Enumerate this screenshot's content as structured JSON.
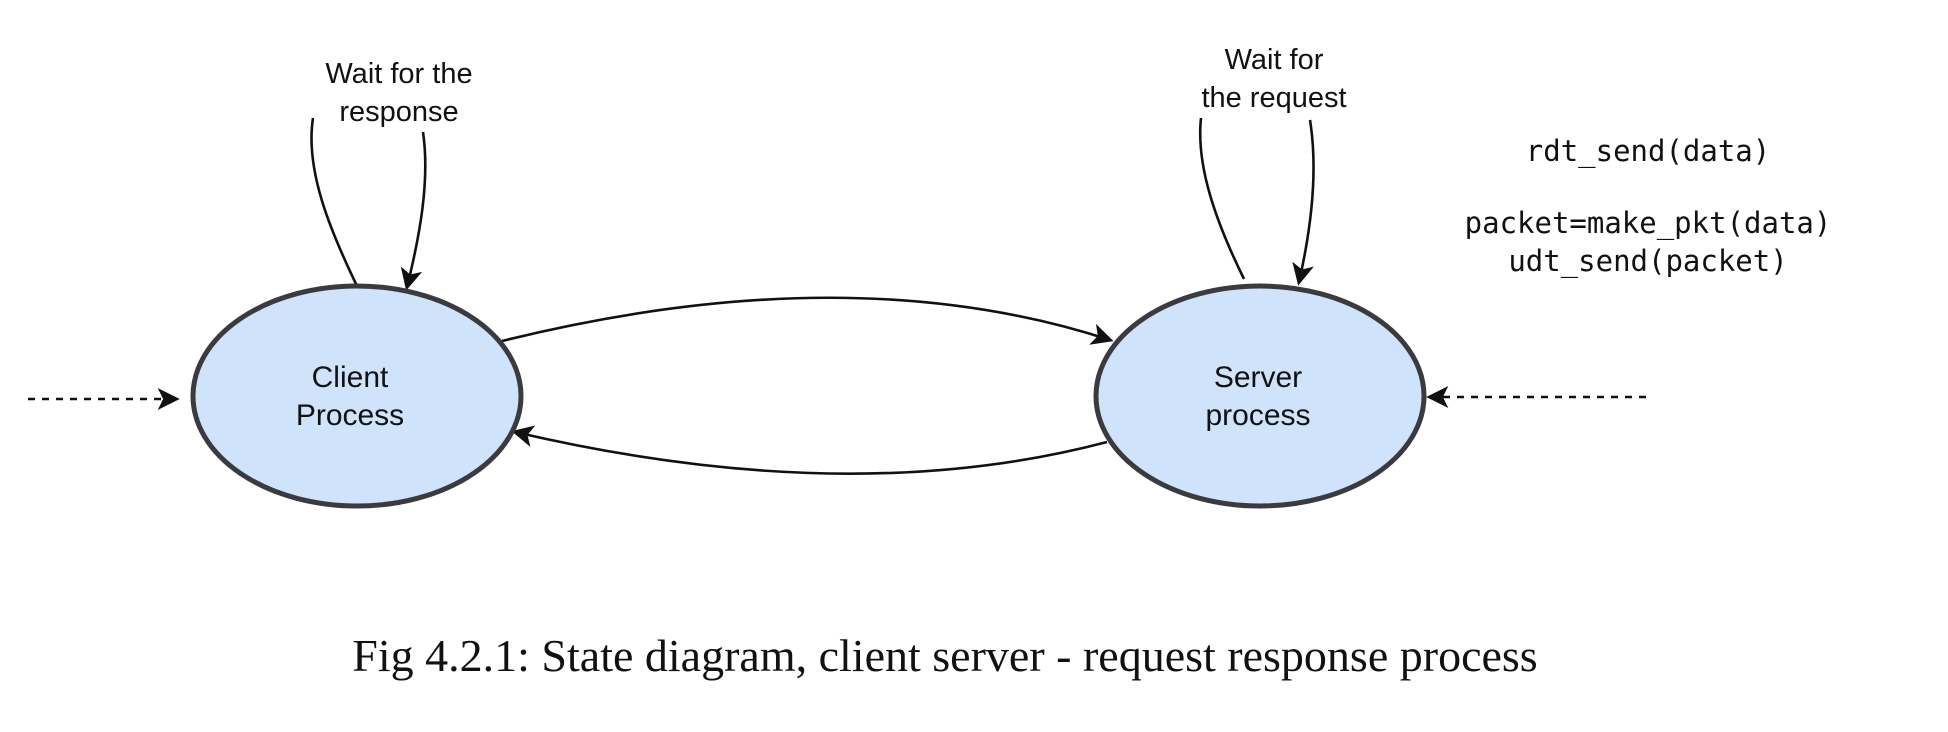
{
  "diagram": {
    "states": {
      "client": {
        "line1": "Client",
        "line2": "Process"
      },
      "server": {
        "line1": "Server",
        "line2": "process"
      }
    },
    "self_loops": {
      "client": {
        "line1": "Wait for the",
        "line2": "response"
      },
      "server": {
        "line1": "Wait for",
        "line2": "the request"
      }
    },
    "action": {
      "event": "rdt_send(data)",
      "line1": "packet=make_pkt(data)",
      "line2": "udt_send(packet)"
    },
    "edges": [
      {
        "from": "client",
        "to": "server",
        "style": "solid"
      },
      {
        "from": "server",
        "to": "client",
        "style": "solid"
      },
      {
        "from": "entry-left",
        "to": "client",
        "style": "dashed"
      },
      {
        "from": "entry-right",
        "to": "server",
        "style": "dashed"
      },
      {
        "from": "client",
        "to": "client",
        "style": "solid"
      },
      {
        "from": "server",
        "to": "server",
        "style": "solid"
      }
    ],
    "colors": {
      "state_fill": "#cfe3fb",
      "state_stroke": "#3b3b3f",
      "line": "#111111",
      "text": "#111111"
    }
  },
  "caption": "Fig 4.2.1: State diagram, client server - request response process"
}
